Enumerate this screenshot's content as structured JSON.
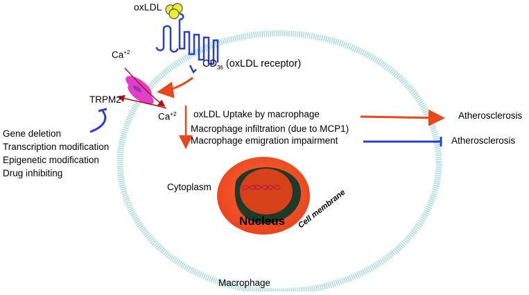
{
  "labels": {
    "oxldl": "oxLDL",
    "cd36_main": "CD",
    "cd36_sub": "36",
    "cd36_rest": " (oxLDL receptor)",
    "ca_base": "Ca",
    "ca_charge": "+2",
    "trpm2": "TRPM2",
    "uptake": "oxLDL Uptake by macrophage",
    "infiltration": "Macrophage infiltration (due to MCP1)",
    "emigration": "Macrophage emigration impairment",
    "athero_promote": "Atherosclerosis",
    "athero_inhibit": "Atherosclerosis",
    "cytoplasm": "Cytoplasm",
    "nucleus": "Nucleus",
    "cell_membrane": "Cell membrane",
    "macrophage": "Macrophage"
  },
  "inhibition_methods": [
    "Gene deletion",
    "Transcription modification",
    "Epigenetic modification",
    "Drug inhibiting"
  ],
  "colors": {
    "membrane": "#a8dcda",
    "receptor": "#2a3fc8",
    "inhibit_line": "#2a3fc8",
    "promote_arrow": "#e8481c",
    "channel": "#e040c8",
    "nucleus_outer": "#f0501e",
    "nucleus_dark": "#1e3a2a",
    "nucleus_inner": "#d8401a",
    "dna": "#c02040",
    "oxldl": "#e6ee3a"
  }
}
